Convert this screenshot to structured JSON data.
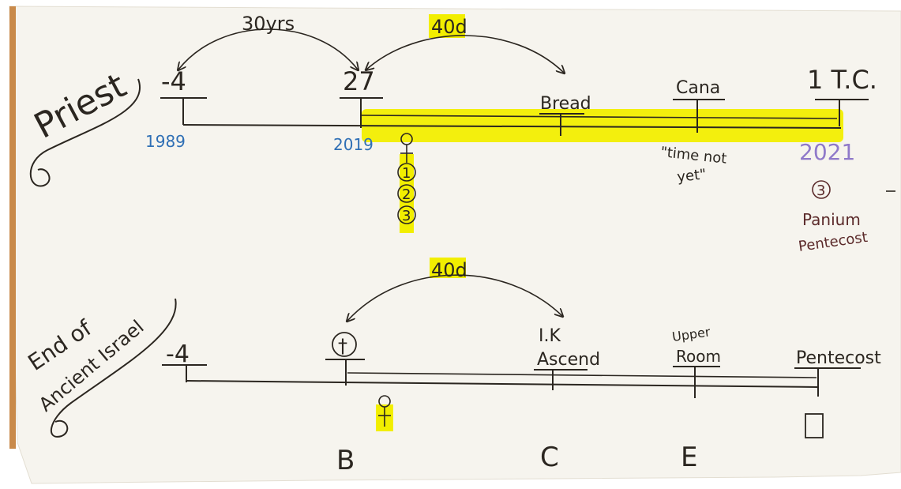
{
  "priest": {
    "heading": "Priest",
    "arc_30": "30yrs",
    "arc_40": "40d",
    "markers": {
      "neg4": "-4",
      "m27": "27",
      "bread": "Bread",
      "cana": "Cana",
      "tc": "1 T.C."
    },
    "years": {
      "y1989": "1989",
      "y2019": "2019",
      "y2021": "2021"
    },
    "note_time_not": "\"time not",
    "note_yet": "yet\"",
    "circled": [
      "1",
      "2",
      "3"
    ],
    "side_num": "3",
    "side_line1": "Panium",
    "side_line2": "Pentecost"
  },
  "israel": {
    "heading_line1": "End of",
    "heading_line2": "Ancient Israel",
    "arc_40": "40d",
    "markers": {
      "neg4": "-4",
      "cross": "†",
      "ik": "I.K",
      "ascend": "Ascend",
      "upper": "Upper",
      "room": "Room",
      "pentecost": "Pentecost"
    },
    "letters": {
      "b": "B",
      "c": "C",
      "e": "E"
    }
  },
  "colors": {
    "paper": "#f6f4ee",
    "ink": "#2b2620",
    "highlight": "#f2ee00",
    "blue_ink": "#2f6fb5",
    "purple_ink": "#8f79c9",
    "maroon_ink": "#5b2a2a",
    "left_edge": "#c98a4a"
  }
}
